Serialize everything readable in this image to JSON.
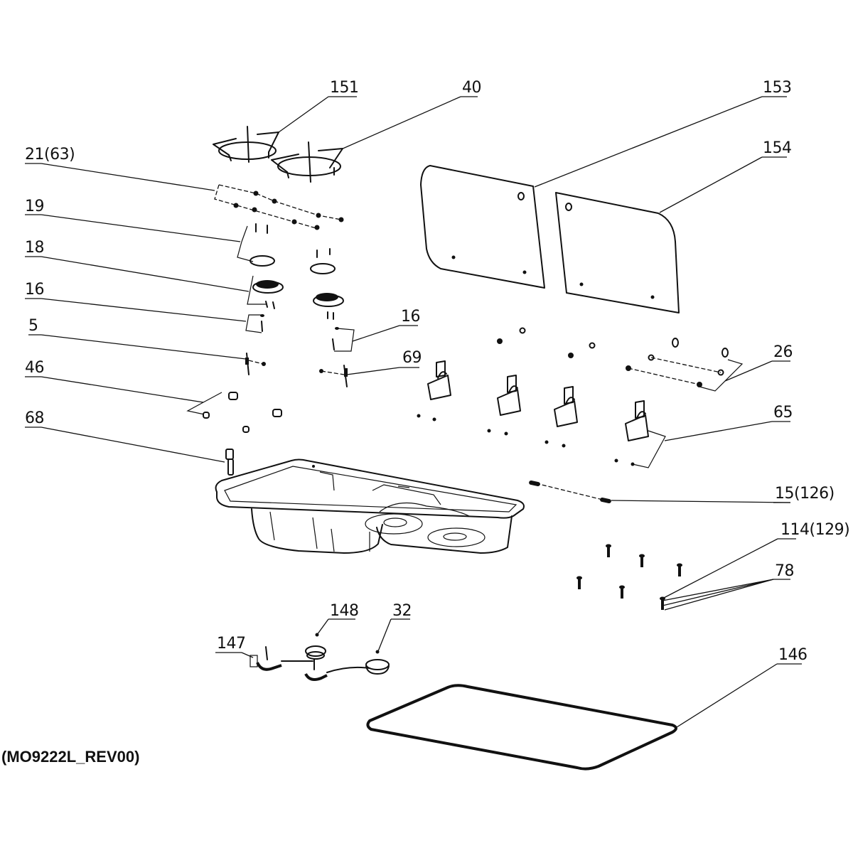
{
  "drawing": {
    "document_code": "(MO9222L_REV00)",
    "title": "Exploded view – hob and sink combination unit",
    "callouts": {
      "c151": "151",
      "c40": "40",
      "c153": "153",
      "c154": "154",
      "c21": "21(63)",
      "c19": "19",
      "c18": "18",
      "c16a": "16",
      "c16b": "16",
      "c5": "5",
      "c69": "69",
      "c46": "46",
      "c26": "26",
      "c68": "68",
      "c65": "65",
      "c15": "15(126)",
      "c114": "114(129)",
      "c78": "78",
      "c148": "148",
      "c32": "32",
      "c147": "147",
      "c146": "146"
    },
    "parts": [
      {
        "callout": "151",
        "part": "pan-support-left"
      },
      {
        "callout": "40",
        "part": "pan-support-right"
      },
      {
        "callout": "153",
        "part": "glass-lid-left"
      },
      {
        "callout": "154",
        "part": "glass-lid-right"
      },
      {
        "callout": "21(63)",
        "part": "screws"
      },
      {
        "callout": "19",
        "part": "burner-cap"
      },
      {
        "callout": "18",
        "part": "burner-head"
      },
      {
        "callout": "16",
        "part": "fixing-screws"
      },
      {
        "callout": "5",
        "part": "electrode"
      },
      {
        "callout": "69",
        "part": "thermocouple"
      },
      {
        "callout": "46",
        "part": "knobs"
      },
      {
        "callout": "26",
        "part": "washers"
      },
      {
        "callout": "68",
        "part": "tap-spindle"
      },
      {
        "callout": "65",
        "part": "hinges"
      },
      {
        "callout": "15(126)",
        "part": "pins"
      },
      {
        "callout": "114(129)",
        "part": "screws"
      },
      {
        "callout": "78",
        "part": "clips"
      },
      {
        "callout": "148",
        "part": "gas-valve"
      },
      {
        "callout": "32",
        "part": "burner-cup"
      },
      {
        "callout": "147",
        "part": "gas-tap"
      },
      {
        "callout": "146",
        "part": "seal-gasket"
      }
    ]
  }
}
